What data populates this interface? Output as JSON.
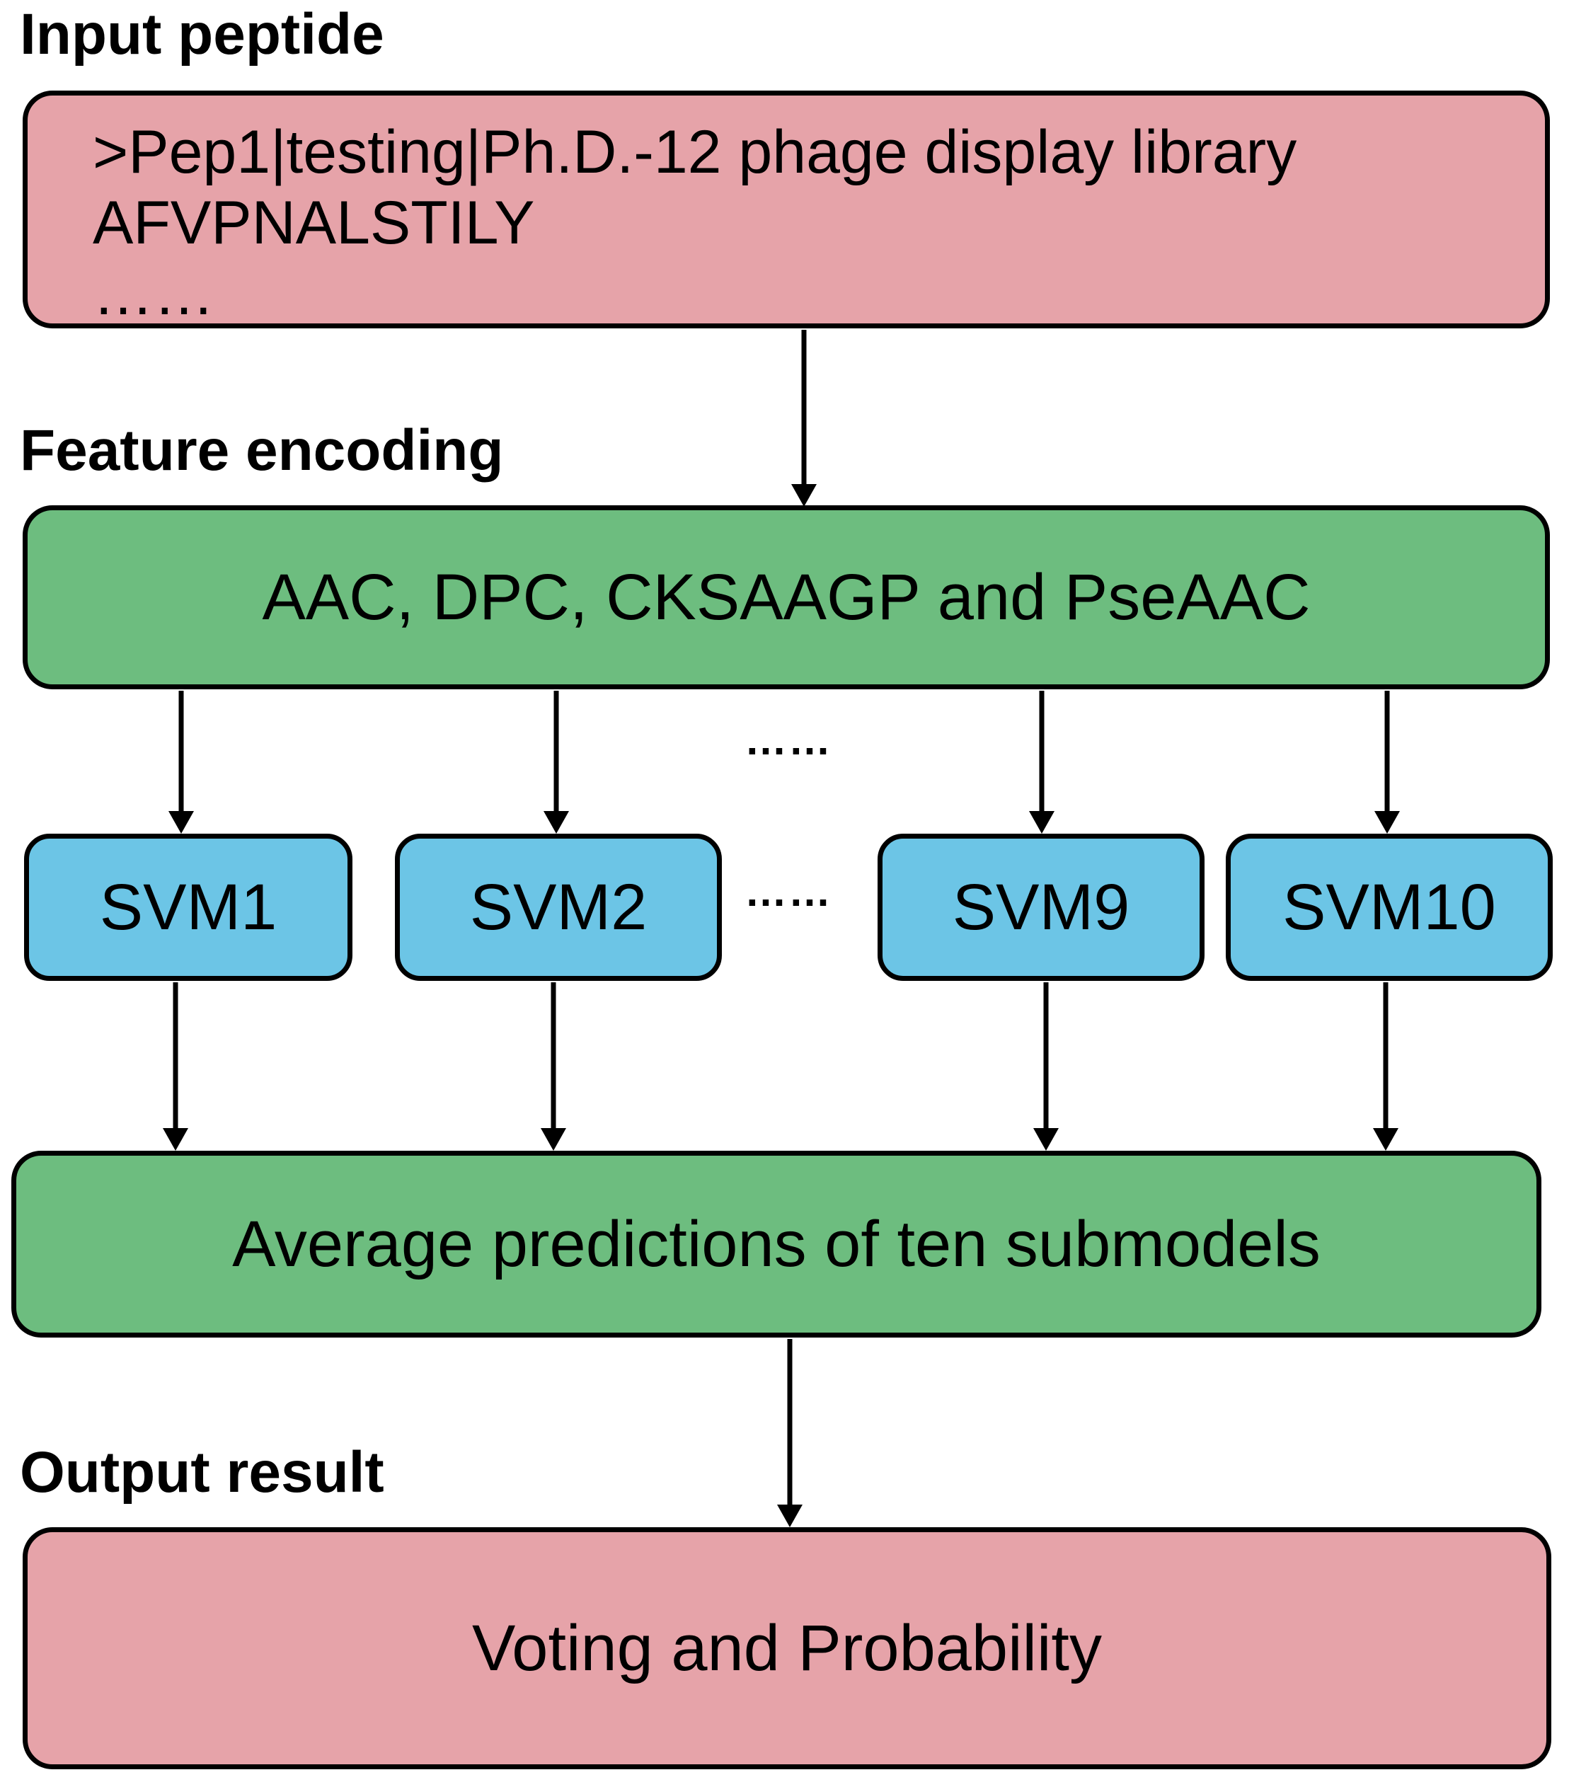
{
  "sections": {
    "input_heading": "Input peptide",
    "feature_heading": "Feature encoding",
    "output_heading": "Output result"
  },
  "input_box": {
    "line1": ">Pep1|testing|Ph.D.-12 phage display library",
    "line2": "AFVPNALSTILY",
    "line3": "……"
  },
  "feature_box": {
    "text": "AAC, DPC, CKSAAGP and PseAAC"
  },
  "svm_boxes": [
    "SVM1",
    "SVM2",
    "SVM9",
    "SVM10"
  ],
  "ellipsis": "……",
  "average_box": {
    "text": "Average predictions of ten submodels"
  },
  "output_box": {
    "text": "Voting and Probability"
  },
  "colors": {
    "pink": "#e6a3a9",
    "green": "#6dbd7f",
    "blue": "#6cc5e6",
    "border": "#000000"
  }
}
